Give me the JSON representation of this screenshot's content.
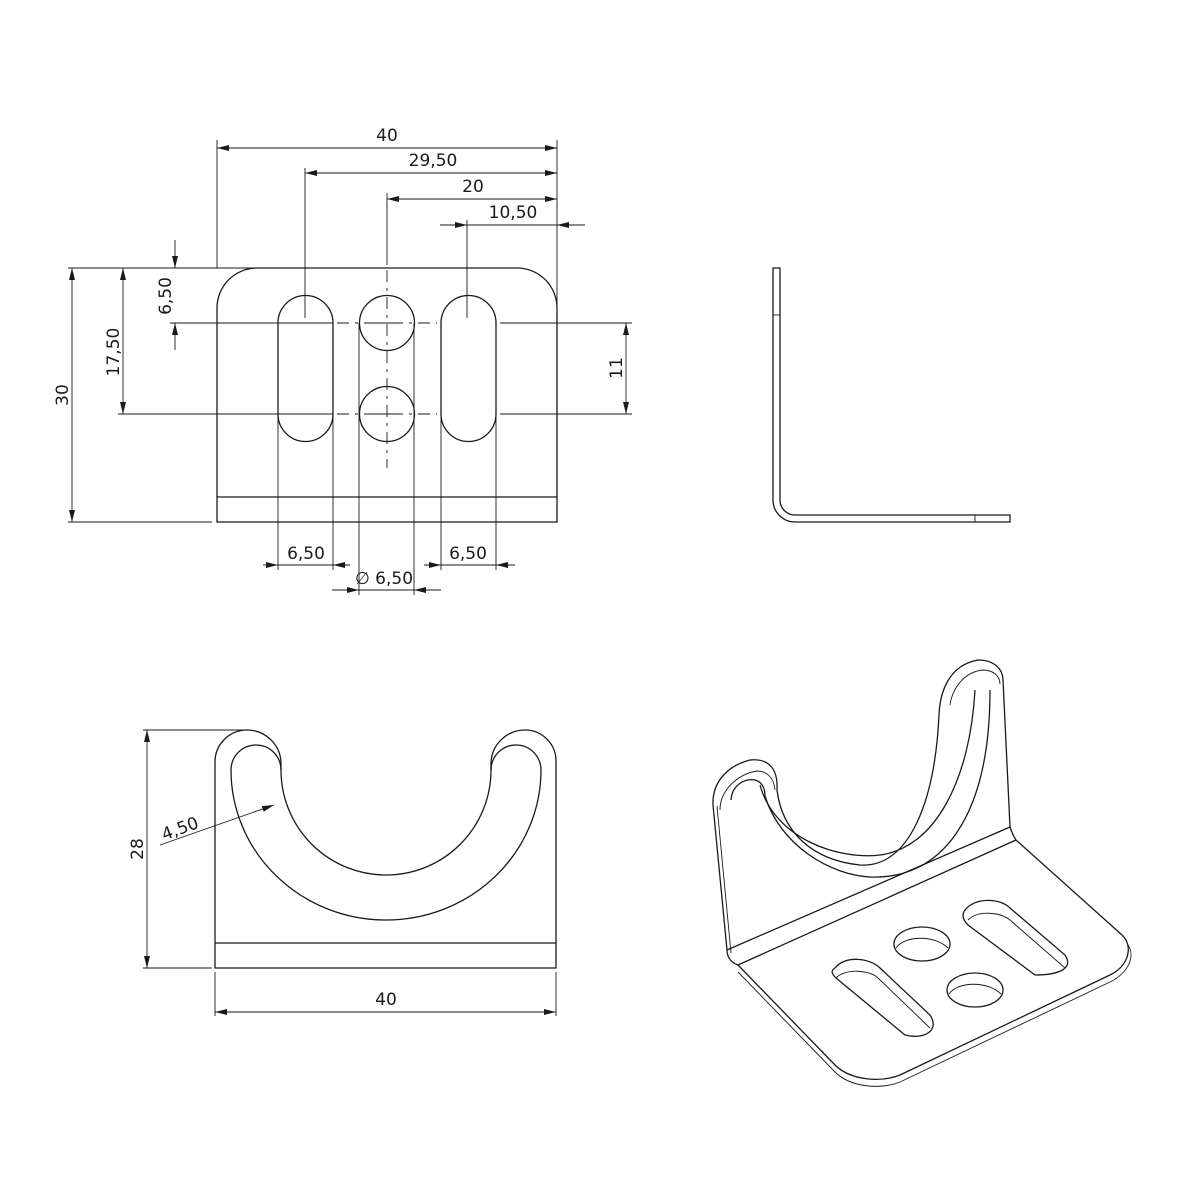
{
  "drawing": {
    "top_view": {
      "dims": {
        "overall_width": "40",
        "slot_left_offset": "29,50",
        "hole_center_offset": "20",
        "slot_right_offset": "10,50",
        "top_to_first_center": "6,50",
        "top_to_second_center": "17,50",
        "overall_height": "30",
        "center_spacing": "11",
        "slot_width_left": "6,50",
        "slot_width_right": "6,50",
        "hole_diameter": "∅ 6,50"
      }
    },
    "front_view": {
      "dims": {
        "slot_width": "4,50",
        "height": "28",
        "width": "40"
      }
    },
    "colors": {
      "line": "#1a1a1a",
      "background": "#ffffff"
    }
  }
}
